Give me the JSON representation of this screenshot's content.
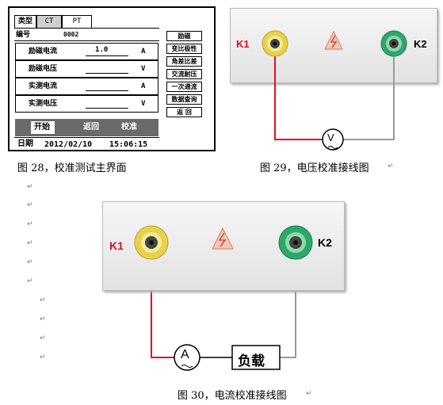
{
  "fig28": {
    "screen": {
      "tab_type": "类型",
      "tab_ct": "CT",
      "tab_pt": "PT",
      "id_label": "编号",
      "id_value": "0002",
      "rows": [
        {
          "label": "励磁电流",
          "value": "1.0",
          "unit": "A"
        },
        {
          "label": "励磁电压",
          "value": "",
          "unit": "V"
        },
        {
          "label": "实测电流",
          "value": "",
          "unit": "A"
        },
        {
          "label": "实测电压",
          "value": "",
          "unit": "V"
        }
      ],
      "side_buttons": [
        "励磁",
        "变比极性",
        "角差比差",
        "交流耐压",
        "一次通流",
        "数据查询",
        "返  回"
      ],
      "bottom_bar": {
        "start": "开始",
        "back": "返回",
        "calibrate": "校准"
      },
      "date_label": "日期",
      "date_value": "2012/02/10",
      "time_value": "15:06:15"
    },
    "caption": "图 28，校准测试主界面"
  },
  "fig29": {
    "k1": "K1",
    "k2": "K2",
    "meter": "V",
    "caption": "图 29，电压校准接线图",
    "colors": {
      "k1_terminal": "#e8d24a",
      "k2_terminal": "#2da86a",
      "wire_red": "#e3101c",
      "wire_gray": "#999999"
    }
  },
  "fig30": {
    "k1": "K1",
    "k2": "K2",
    "meter": "A",
    "load": "负载",
    "caption": "图 30，电流校准接线图"
  },
  "marks": {
    "paragraph": "↵"
  }
}
